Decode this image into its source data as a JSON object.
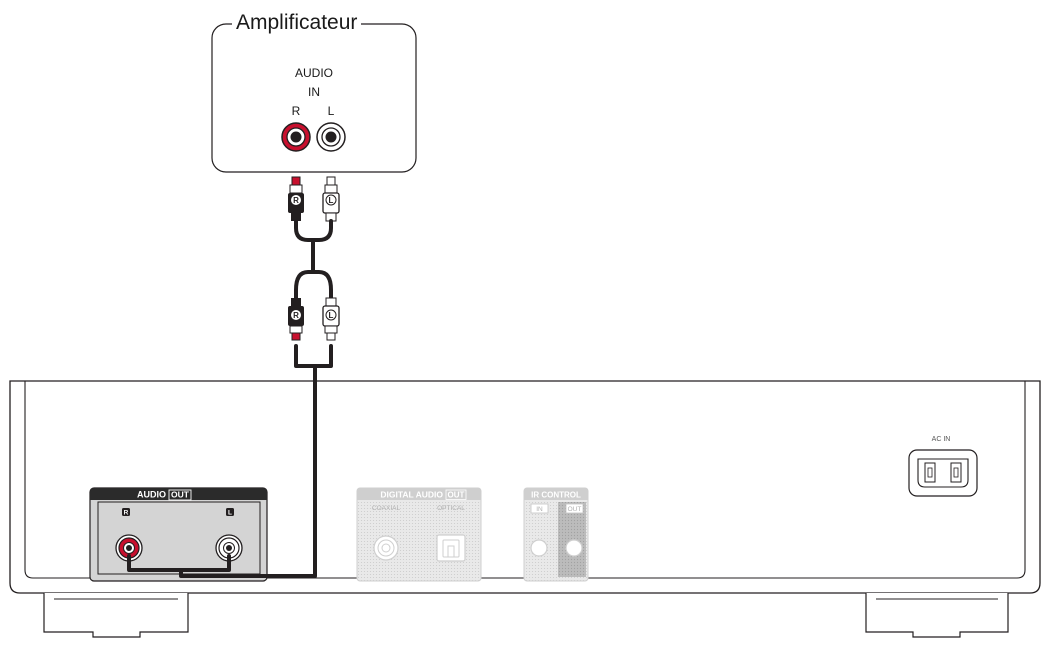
{
  "amplifier": {
    "title": "Amplificateur",
    "input_label_line1": "AUDIO",
    "input_label_line2": "IN",
    "channel_r": "R",
    "channel_l": "L"
  },
  "plugs": {
    "r_badge": "R",
    "l_badge": "L"
  },
  "rear_panel": {
    "audio_out": {
      "title": "AUDIO",
      "title_boxed": "OUT",
      "r_badge": "R",
      "l_badge": "L"
    },
    "digital_audio_out": {
      "title": "DIGITAL AUDIO",
      "title_boxed": "OUT",
      "coaxial_label": "COAXIAL",
      "optical_label": "OPTICAL"
    },
    "ir_control": {
      "title": "IR CONTROL",
      "in_label": "IN",
      "out_label": "OUT"
    },
    "ac_in_label": "AC IN"
  },
  "colors": {
    "line": "#231f20",
    "red_plug": "#c8102e",
    "panel_dark": "#2b2b2b",
    "panel_gray": "#d4d4d4",
    "faded": "#cfcfcf"
  }
}
